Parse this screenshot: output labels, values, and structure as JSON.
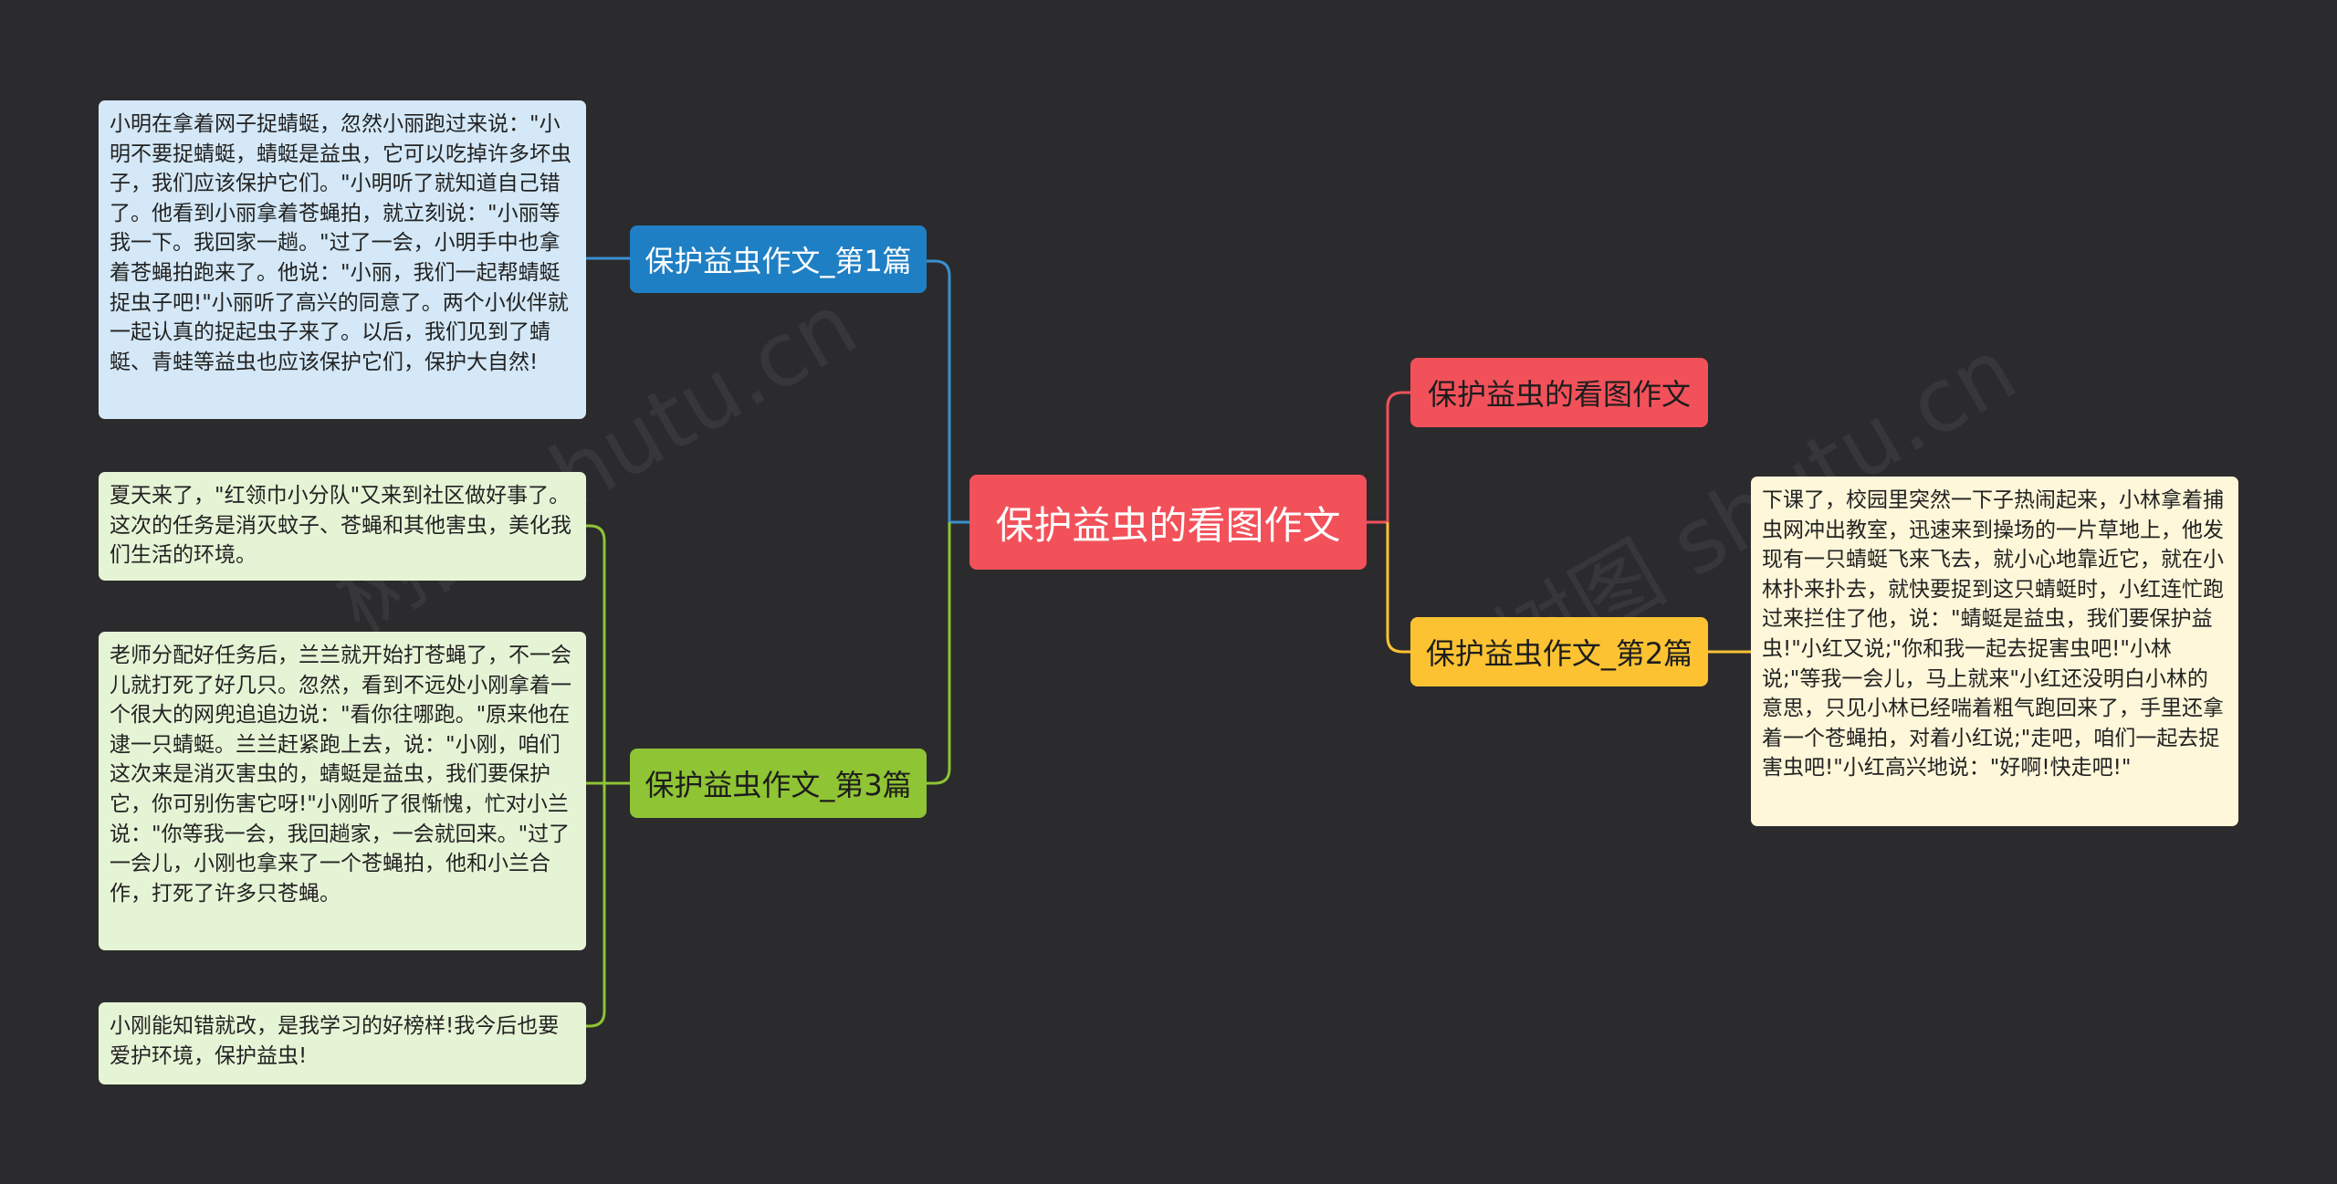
{
  "colors": {
    "background": "#2b2b2d",
    "root": "#f2515a",
    "branch_blue": "#1f7fc4",
    "branch_green": "#8fc434",
    "branch_red": "#f2515a",
    "branch_yellow": "#fcc232",
    "link_blue": "#3a8fd0",
    "link_green": "#8fc434",
    "link_red": "#f2515a",
    "link_yellow": "#fcc232"
  },
  "root": {
    "label": "保护益虫的看图作文"
  },
  "branches": {
    "article1": {
      "label": "保护益虫作文_第1篇"
    },
    "article3": {
      "label": "保护益虫作文_第3篇"
    },
    "title_node": {
      "label": "保护益虫的看图作文"
    },
    "article2": {
      "label": "保护益虫作文_第2篇"
    }
  },
  "leaves": {
    "article1_text": "小明在拿着网子捉蜻蜓，忽然小丽跑过来说：\"小明不要捉蜻蜓，蜻蜓是益虫，它可以吃掉许多坏虫子，我们应该保护它们。\"小明听了就知道自己错了。他看到小丽拿着苍蝇拍，就立刻说：\"小丽等我一下。我回家一趟。\"过了一会，小明手中也拿着苍蝇拍跑来了。他说：\"小丽，我们一起帮蜻蜓捉虫子吧!\"小丽听了高兴的同意了。两个小伙伴就一起认真的捉起虫子来了。以后，我们见到了蜻蜓、青蛙等益虫也应该保护它们，保护大自然!",
    "article3_text1": "夏天来了，\"红领巾小分队\"又来到社区做好事了。这次的任务是消灭蚊子、苍蝇和其他害虫，美化我们生活的环境。",
    "article3_text2": "老师分配好任务后，兰兰就开始打苍蝇了，不一会儿就打死了好几只。忽然，看到不远处小刚拿着一个很大的网兜追追边说：\"看你往哪跑。\"原来他在逮一只蜻蜓。兰兰赶紧跑上去，说：\"小刚，咱们这次来是消灭害虫的，蜻蜓是益虫，我们要保护它，你可别伤害它呀!\"小刚听了很惭愧，忙对小兰说：\"你等我一会，我回趟家，一会就回来。\"过了一会儿，小刚也拿来了一个苍蝇拍，他和小兰合作，打死了许多只苍蝇。",
    "article3_text3": "小刚能知错就改，是我学习的好榜样!我今后也要爱护环境，保护益虫!",
    "article2_text": "下课了，校园里突然一下子热闹起来，小林拿着捕虫网冲出教室，迅速来到操场的一片草地上，他发现有一只蜻蜓飞来飞去，就小心地靠近它，就在小林扑来扑去，就快要捉到这只蜻蜓时，小红连忙跑过来拦住了他，说：\"蜻蜓是益虫，我们要保护益虫!\"小红又说;\"你和我一起去捉害虫吧!\"小林说;\"等我一会儿，马上就来\"小红还没明白小林的意思，只见小林已经喘着粗气跑回来了，手里还拿着一个苍蝇拍，对着小红说;\"走吧，咱们一起去捉害虫吧!\"小红高兴地说：\"好啊!快走吧!\""
  }
}
